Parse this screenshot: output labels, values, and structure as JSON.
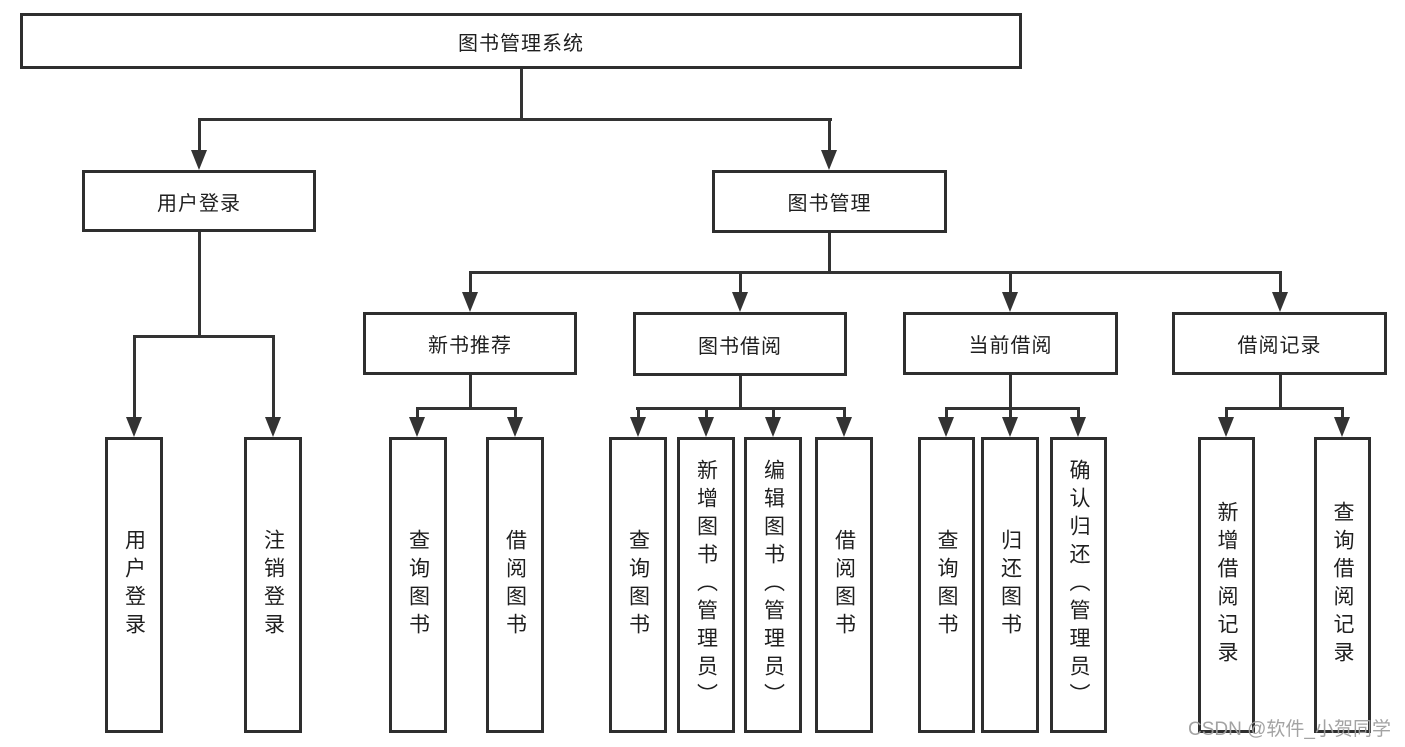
{
  "diagram": {
    "title": "图书管理系统",
    "watermark": "CSDN @软件_小贺同学",
    "colors": {
      "line": "#333333",
      "border": "#2e2e2e",
      "text": "#1f1f1f",
      "watermark": "#9e9e9e",
      "background": "#ffffff"
    },
    "nodes": {
      "root": {
        "label": "图书管理系统"
      },
      "userLogin": {
        "label": "用户登录"
      },
      "bookManagement": {
        "label": "图书管理"
      },
      "newBookRecommend": {
        "label": "新书推荐"
      },
      "bookBorrow": {
        "label": "图书借阅"
      },
      "currentBorrow": {
        "label": "当前借阅"
      },
      "borrowRecords": {
        "label": "借阅记录"
      },
      "leafUserLogin": {
        "label": "用户登录"
      },
      "leafLogout": {
        "label": "注销登录"
      },
      "leafNbQueryBook": {
        "label": "查询图书"
      },
      "leafNbBorrowBook": {
        "label": "借阅图书"
      },
      "leafBbQueryBook": {
        "label": "查询图书"
      },
      "leafBbAddBook": {
        "label": "新增图书（管理员）"
      },
      "leafBbEditBook": {
        "label": "编辑图书（管理员）"
      },
      "leafBbBorrowBook": {
        "label": "借阅图书"
      },
      "leafCbQueryBook": {
        "label": "查询图书"
      },
      "leafCbReturnBook": {
        "label": "归还图书"
      },
      "leafCbConfirmReturn": {
        "label": "确认归还（管理员）"
      },
      "leafBrAddRecord": {
        "label": "新增借阅记录"
      },
      "leafBrQueryRecord": {
        "label": "查询借阅记录"
      }
    },
    "hierarchy_note": "root > [userLogin > (leafUserLogin, leafLogout)], [bookManagement > newBookRecommend(查询图书,借阅图书), bookBorrow(查询图书,新增图书,编辑图书,借阅图书), currentBorrow(查询图书,归还图书,确认归还), borrowRecords(新增借阅记录,查询借阅记录)]"
  }
}
